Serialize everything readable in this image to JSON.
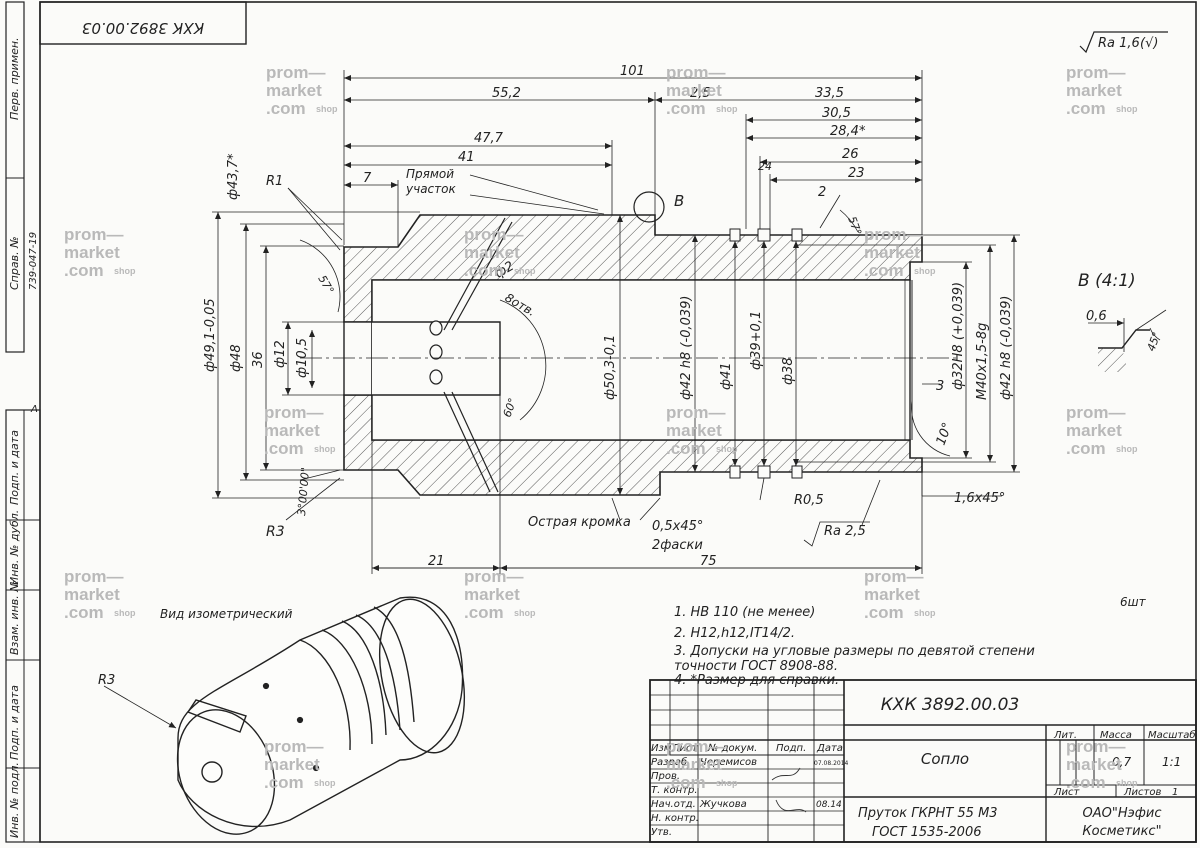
{
  "drawing": {
    "designation": "КХК 3892.00.03",
    "designation_rotated": "КХК 3892.00.03",
    "surface_roughness_general": "Ra 1,6",
    "surface_roughness_general_mark": "(√)",
    "part_name": "Сопло",
    "material_line1": "Пруток ГКРНТ 55 М3",
    "material_line2": "ГОСТ 1535-2006",
    "company_line1": "ОАО\"Нэфис",
    "company_line2": "Косметикс\"",
    "mass": "0,7",
    "scale": "1:1",
    "sheet": "Лист",
    "sheets_label": "Листов",
    "sheets_count": "1",
    "isometric_caption": "Вид изометрический",
    "detail_title": "В (4:1)",
    "detail_label": "В",
    "corner_mark": "А",
    "signature_note": "6шт"
  },
  "left_strip": {
    "labels": [
      "Перв. примен.",
      "Справ. №",
      "Подп. и дата",
      "Инв. № дубл.",
      "Взам. инв. №",
      "Подп. и дата",
      "Инв. № подл."
    ],
    "sprav_value": "739-047-19"
  },
  "notes": [
    "1.  НВ 110  (не менее)",
    "2.  Н12,h12,IT14/2.",
    "3.  Допуски на угловые размеры по девятой степени",
    "      точности ГОСТ 8908-88.",
    "4.  *Размер для справки."
  ],
  "title_block": {
    "col_headers": [
      "Изм.",
      "Лист",
      "№ докум.",
      "Подп.",
      "Дата"
    ],
    "rows": [
      {
        "role": "Разраб.",
        "name": "Черемисов",
        "date": "07.08.2014"
      },
      {
        "role": "Пров.",
        "name": "",
        "date": ""
      },
      {
        "role": "Т. контр.",
        "name": "",
        "date": ""
      },
      {
        "role": "Нач.отд.",
        "name": "Жучкова",
        "date": "08.14"
      },
      {
        "role": "Н. контр.",
        "name": "",
        "date": ""
      },
      {
        "role": "Утв.",
        "name": "",
        "date": ""
      }
    ],
    "lit_label": "Лит.",
    "mass_label": "Масса",
    "scale_label": "Масштаб"
  },
  "dimensions": {
    "d101": "101",
    "d55_2": "55,2",
    "d2_5": "2,5",
    "d33_5": "33,5",
    "d30_5": "30,5",
    "d47_7": "47,7",
    "d28_4": "28,4*",
    "d41": "41",
    "d24": "24",
    "d26": "26",
    "d7": "7",
    "d23": "23",
    "d2": "2",
    "d21": "21",
    "d75": "75",
    "phi43_7": "ф43,7*",
    "phi49_1": "ф49,1-0,05",
    "phi48": "ф48",
    "d36": "36",
    "phi12": "ф12",
    "phi10_5": "ф10,5",
    "phi50_3": "ф50,3-0,1",
    "phi42h8_a": "ф42 h8 (-0,039)",
    "phi41": "ф41",
    "phi39": "ф39+0,1",
    "phi38": "ф38",
    "phi32H8": "ф32Н8 (+0,039)",
    "m40": "М40х1,5-8g",
    "phi42h8_b": "ф42 h8 (-0,039)",
    "d3": "3",
    "ang10": "10°",
    "ang60": "60°",
    "ang57a": "57°",
    "ang57b": "57°",
    "phi2": "ф2",
    "holes": "8отв.",
    "r1": "R1",
    "r3": "R3",
    "r3_iso": "R3",
    "r05": "R0,5",
    "ang300": "3°00'00\"",
    "chamfer1": "1,6х45°",
    "chamfer2": "0,5х45°",
    "chamfer2_note": "2фаски",
    "sharp_edge": "Острая кромка",
    "straight_section_1": "Прямой",
    "straight_section_2": "участок",
    "ra25": "Ra 2,5",
    "det_06": "0,6",
    "det_45": "45°"
  },
  "watermark": {
    "line1": "prom—",
    "line2": "market",
    "line3": ".com",
    "suffix": "shop"
  }
}
